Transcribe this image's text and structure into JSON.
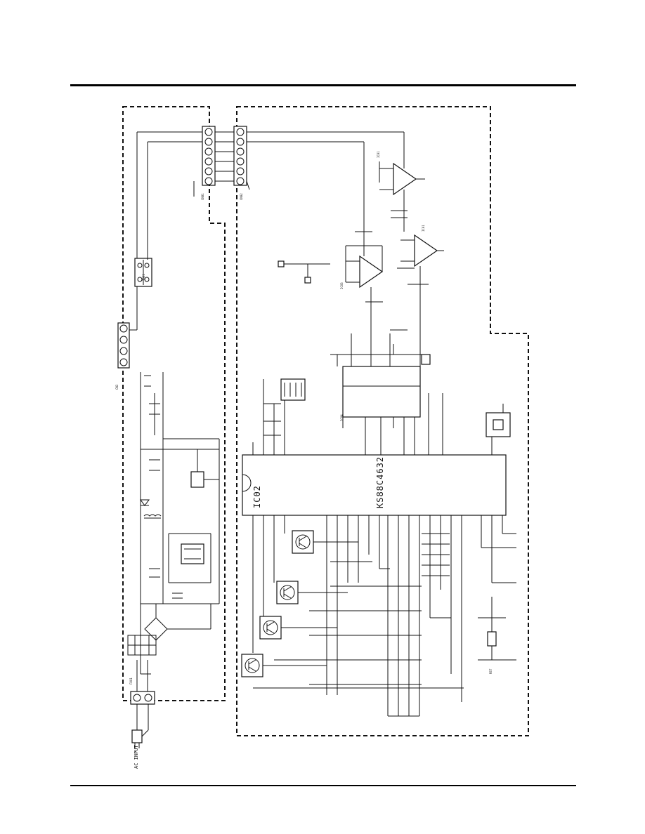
{
  "main_ic": {
    "part": "KS88C4632",
    "ref": "IC02"
  },
  "power_input": {
    "label": "AC INPUT"
  }
}
